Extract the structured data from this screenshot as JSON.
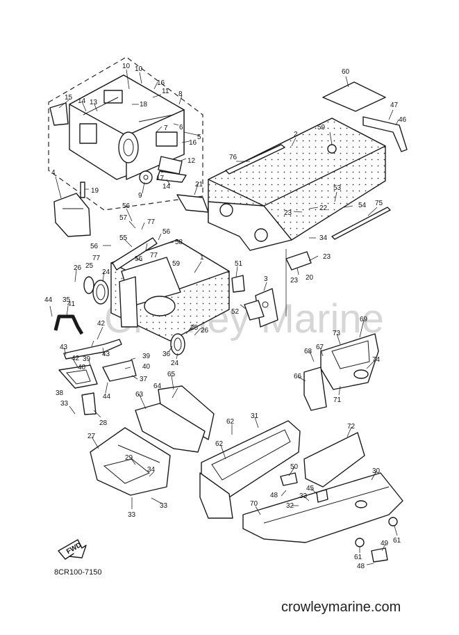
{
  "watermark": "Crowley Marine",
  "footer": {
    "diagram_code": "8CR100-7150",
    "website": "crowleymarine.com"
  },
  "fwd_arrow": {
    "label": "FWD",
    "icon": "forward-arrow-icon"
  },
  "callouts": [
    "60",
    "47",
    "46",
    "2",
    "59",
    "76",
    "53",
    "54",
    "75",
    "23",
    "22",
    "34",
    "23",
    "20",
    "23",
    "10",
    "10",
    "16",
    "11",
    "18",
    "8",
    "14",
    "13",
    "15",
    "7",
    "6",
    "5",
    "16",
    "12",
    "17",
    "14",
    "9",
    "21",
    "4",
    "19",
    "56",
    "77",
    "57",
    "55",
    "56",
    "58",
    "56",
    "77",
    "59",
    "77",
    "56",
    "1",
    "26",
    "25",
    "24",
    "51",
    "3",
    "52",
    "44",
    "35",
    "41",
    "42",
    "43",
    "43",
    "42",
    "39",
    "40",
    "38",
    "33",
    "28",
    "39",
    "40",
    "36",
    "24",
    "25",
    "26",
    "37",
    "44",
    "69",
    "73",
    "68",
    "67",
    "66",
    "74",
    "71",
    "64",
    "65",
    "63",
    "27",
    "29",
    "34",
    "33",
    "33",
    "62",
    "31",
    "62",
    "72",
    "50",
    "48",
    "45",
    "33",
    "32",
    "30",
    "70",
    "49",
    "61",
    "61",
    "48"
  ]
}
